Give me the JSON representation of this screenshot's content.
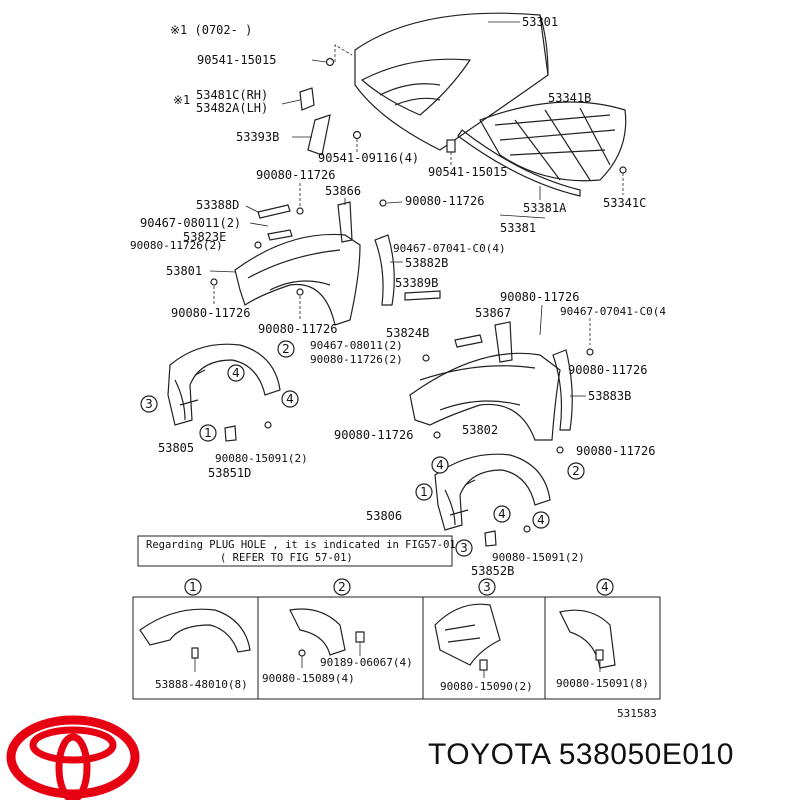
{
  "header_note": "※1 (0702-      )",
  "note1_marker": "※1",
  "parts": {
    "p53301": "53301",
    "p90541_15015_a": "90541-15015",
    "p53481c": "53481C(RH)",
    "p53482a": "53482A(LH)",
    "p53393b": "53393B",
    "p90541_09116": "90541-09116(4)",
    "p90541_15015_b": "90541-15015",
    "p53341b": "53341B",
    "p53341c": "53341C",
    "p53381a": "53381A",
    "p53381": "53381",
    "p90080_11726_a": "90080-11726",
    "p53866": "53866",
    "p90080_11726_b": "90080-11726",
    "p53388d": "53388D",
    "p90467_08011_a": "90467-08011(2)",
    "p53823e": "53823E",
    "p90080_11726_c": "90080-11726(2)",
    "p90467_07041_a": "90467-07041-C0(4)",
    "p53882b": "53882B",
    "p53801": "53801",
    "p53389b": "53389B",
    "p90080_11726_d": "90080-11726",
    "p90080_11726_e": "90080-11726",
    "p90080_11726_f": "90080-11726",
    "p53867": "53867",
    "p90467_07041_b": "90467-07041-C0(4",
    "p53824b": "53824B",
    "p90467_08011_b": "90467-08011(2)",
    "p90080_11726_g": "90080-11726(2)",
    "p90080_11726_h": "90080-11726",
    "p53883b": "53883B",
    "p90080_11726_i": "90080-11726",
    "p53802": "53802",
    "p90080_11726_j": "90080-11726",
    "p53805": "53805",
    "p90080_15091_a": "90080-15091(2)",
    "p53851d": "53851D",
    "p53806": "53806",
    "p90080_15091_b": "90080-15091(2)",
    "p53852b": "53852B"
  },
  "plug_note": {
    "line1": "Regarding PLUG HOLE , it is indicated in FIG57-01",
    "line2": "( REFER TO FIG 57-01)"
  },
  "callouts": [
    "1",
    "2",
    "3",
    "4"
  ],
  "details": [
    {
      "num": "1",
      "part": "53888-48010(8)"
    },
    {
      "num": "2",
      "part_a": "90189-06067(4)",
      "part_b": "90080-15089(4)"
    },
    {
      "num": "3",
      "part": "90080-15090(2)"
    },
    {
      "num": "4",
      "part": "90080-15091(8)"
    }
  ],
  "figure_code": "531583",
  "brand_text": "TOYOTA 538050E010",
  "colors": {
    "logo": "#e60012",
    "ink": "#111111"
  }
}
